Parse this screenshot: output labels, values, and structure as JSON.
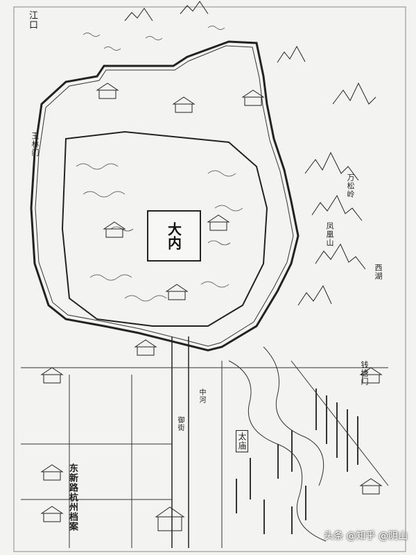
{
  "palace_label": "大内",
  "labels": [
    {
      "id": "label-jiangkou",
      "text": "江口"
    },
    {
      "id": "label-yulin",
      "text": "玉林门"
    },
    {
      "id": "label-fenghuang",
      "text": "凤凰山"
    },
    {
      "id": "label-wansong",
      "text": "万松岭"
    },
    {
      "id": "label-xijie",
      "text": "西湖"
    },
    {
      "id": "label-taimiao",
      "text": "太庙"
    },
    {
      "id": "label-zhonghe",
      "text": "中河"
    },
    {
      "id": "label-yujie",
      "text": "御街"
    },
    {
      "id": "label-east-street",
      "text": "东新路杭州档案"
    },
    {
      "id": "label-qiantang",
      "text": "钱塘门"
    }
  ],
  "watermark": "头条 @知乎 @阴山",
  "colors": {
    "ink": "#1d1d1d",
    "paper": "#f3f3f1"
  }
}
